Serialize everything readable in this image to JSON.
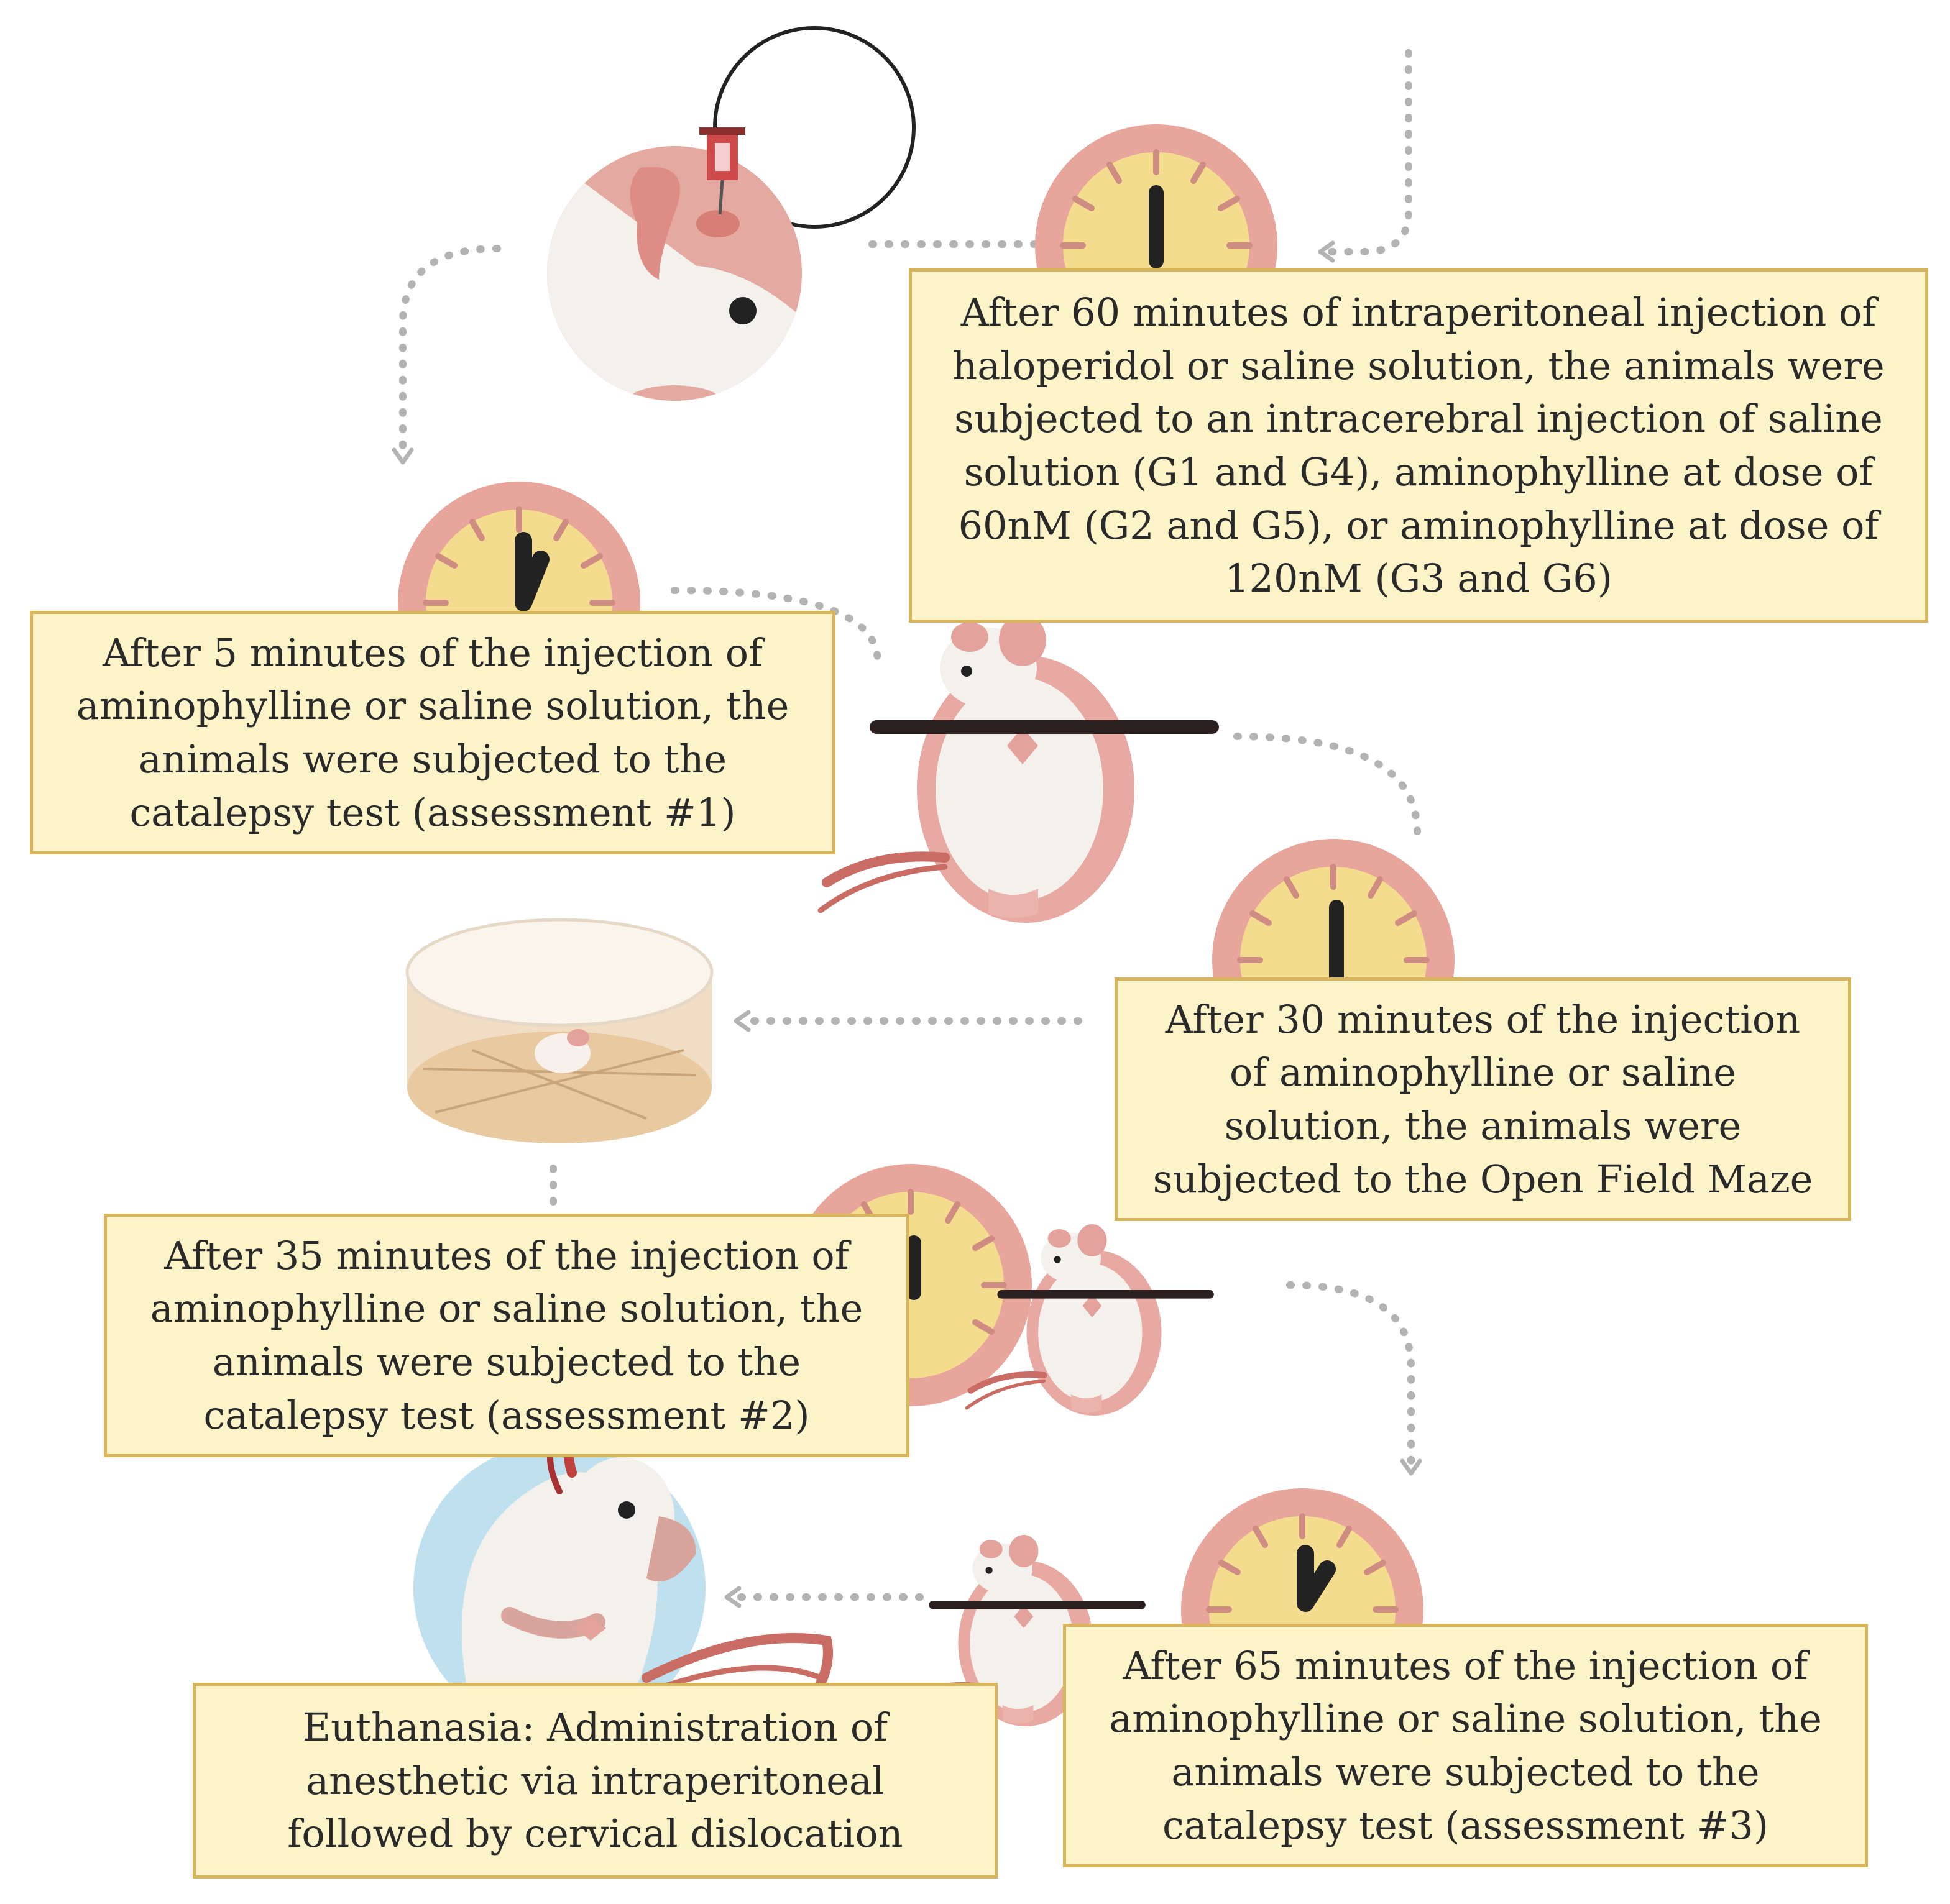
{
  "colors": {
    "note_fill": "#fdf3c8",
    "note_border": "#d8b45a",
    "clock_ring": "#e7a59b",
    "clock_face": "#f4dc8f",
    "arrow": "#b3b3b3",
    "rat_body": "#f2eee9",
    "rat_pink": "#e3a39c",
    "tail": "#c96c63",
    "euthanasia_disc": "#bfe0ee"
  },
  "icons": [
    "syringe-injection-icon",
    "clock-icon",
    "rat-on-bar-icon",
    "open-field-arena-icon",
    "rat-euthanasia-icon",
    "dotted-arrow-icon"
  ],
  "steps": [
    {
      "id": "step-60min",
      "lines": [
        "After 60 minutes of intraperitoneal injection of",
        "haloperidol or saline solution, the animals were",
        "subjected to an intracerebral injection of saline",
        "solution (G1 and G4), aminophylline at dose of",
        "60nM (G2 and G5), or aminophylline at dose of",
        "120nM (G3 and G6)"
      ]
    },
    {
      "id": "step-5min",
      "lines": [
        "After 5 minutes of the injection of",
        "aminophylline or saline solution, the",
        "animals were subjected to the",
        "catalepsy test (assessment #1)"
      ]
    },
    {
      "id": "step-30min",
      "lines": [
        "After 30 minutes of the injection",
        "of aminophylline or saline",
        "solution, the animals were",
        "subjected to the Open Field Maze"
      ]
    },
    {
      "id": "step-35min",
      "lines": [
        "After 35 minutes of the injection of",
        "aminophylline or saline solution, the",
        "animals were subjected to the",
        "catalepsy test (assessment #2)"
      ]
    },
    {
      "id": "step-65min",
      "lines": [
        "After 65 minutes of the injection of",
        "aminophylline or saline solution, the",
        "animals were subjected to the",
        "catalepsy test (assessment #3)"
      ]
    },
    {
      "id": "step-euthanasia",
      "lines": [
        "Euthanasia: Administration of",
        "anesthetic via intraperitoneal",
        "followed by cervical dislocation"
      ]
    }
  ]
}
